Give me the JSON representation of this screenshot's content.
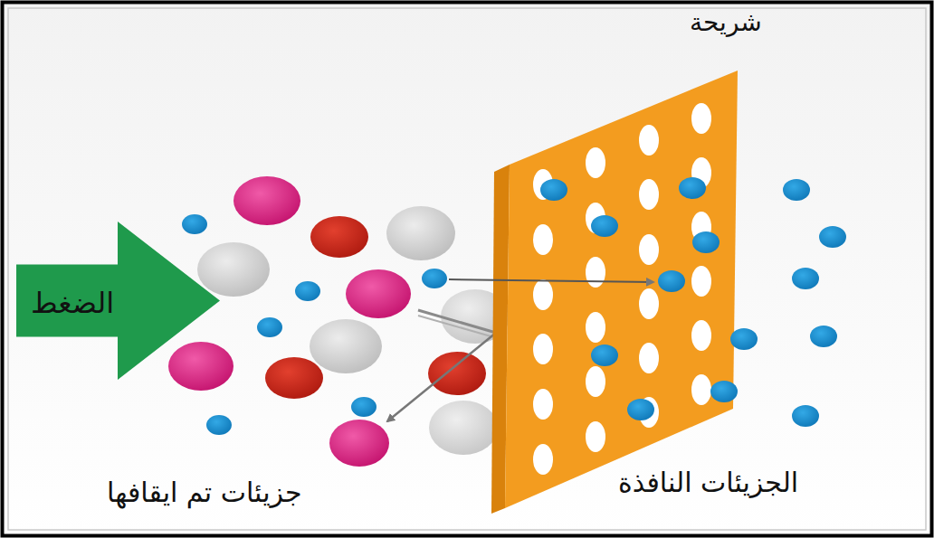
{
  "diagram": {
    "nodes": [
      {
        "text": [
          "الضغط"
        ]
      }
    ],
    "labels": [
      "شريحة",
      "جزيئات تم ايقافها",
      "الجزيئات النافذة"
    ]
  }
}
